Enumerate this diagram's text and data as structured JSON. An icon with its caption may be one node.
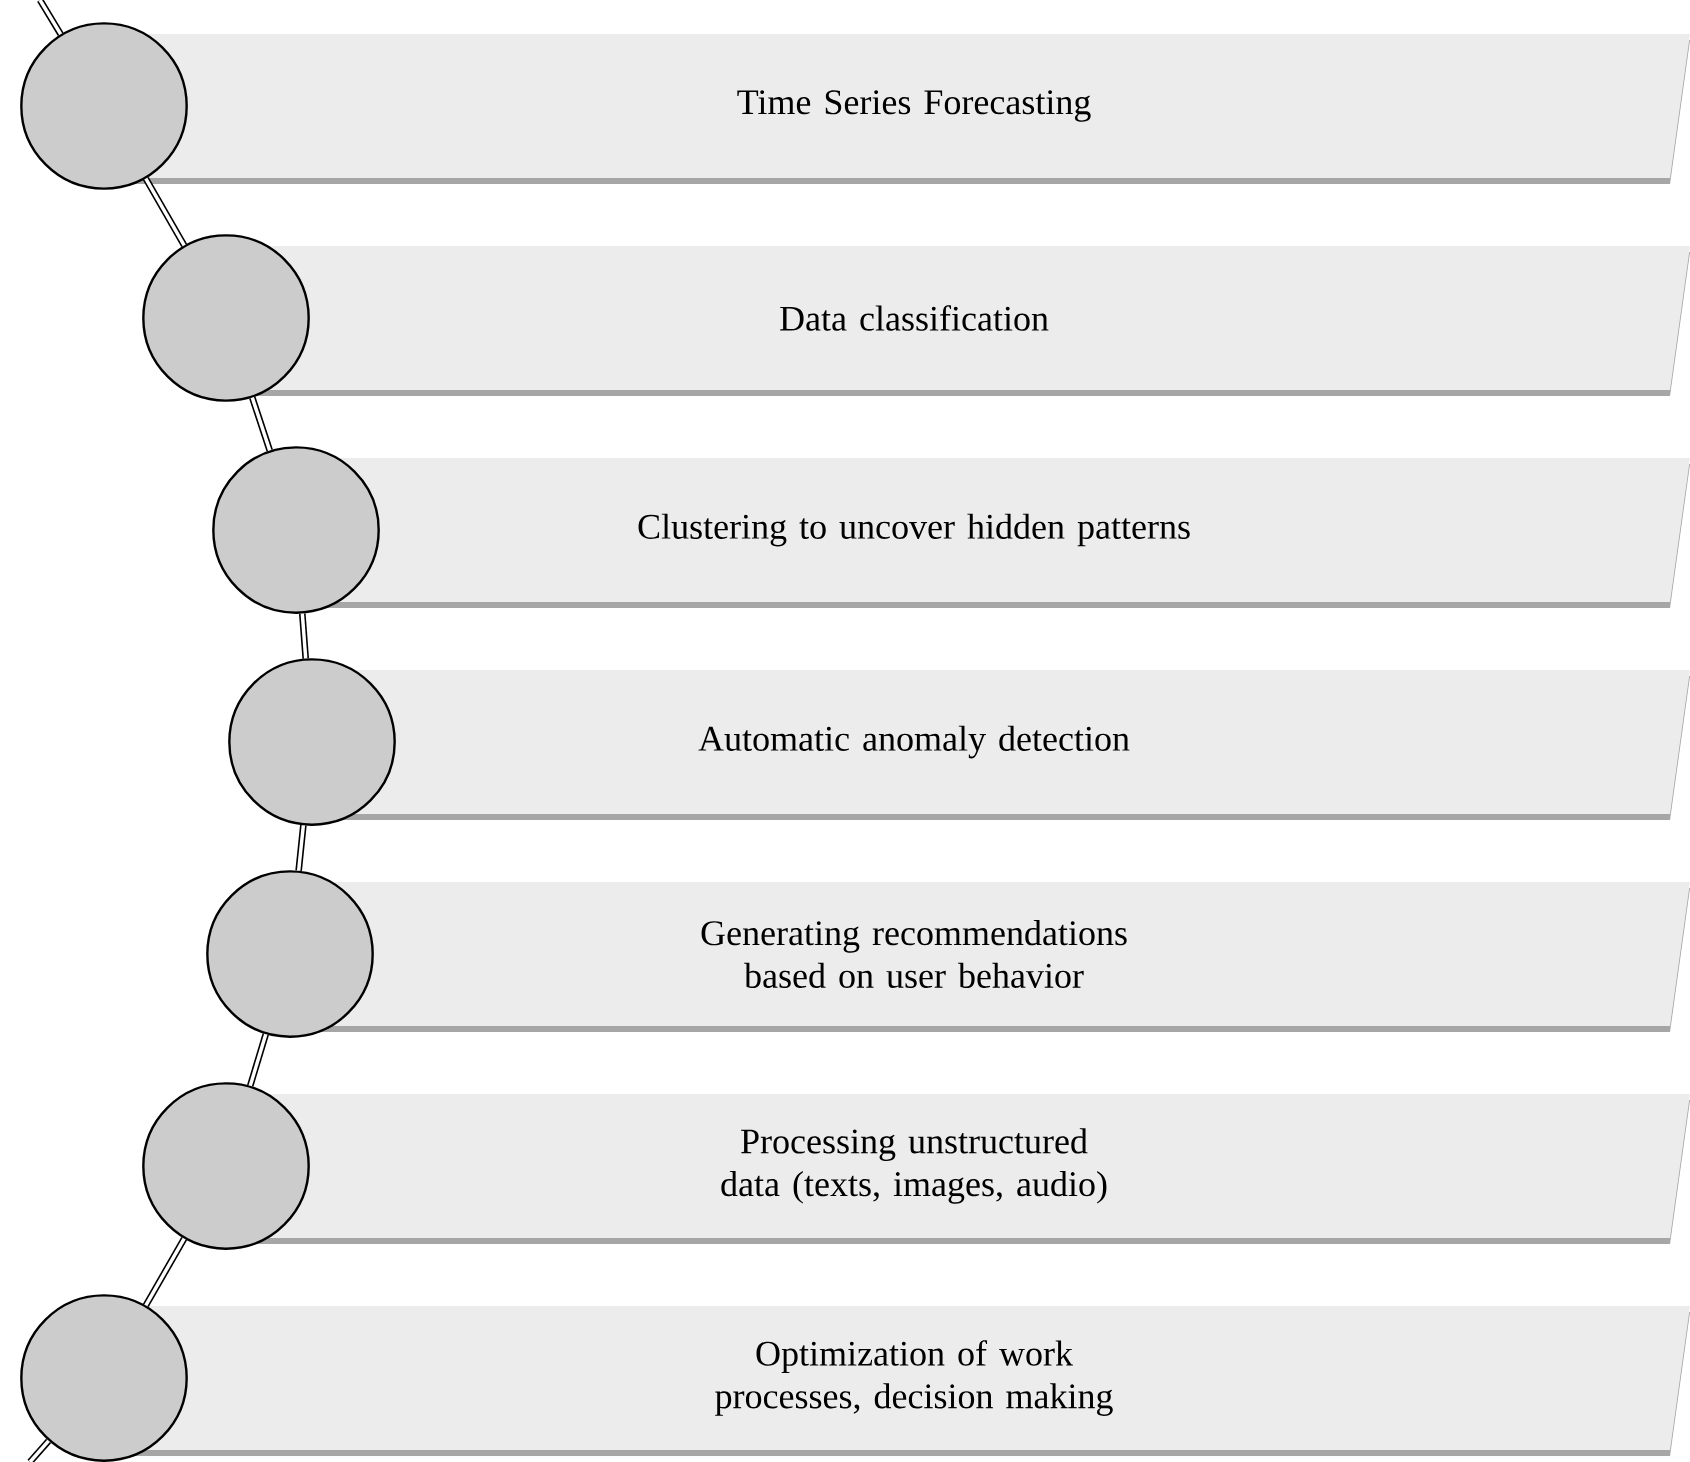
{
  "diagram": {
    "nodes": [
      {
        "text": [
          "Time Series Forecasting"
        ]
      },
      {
        "text": [],
        "shape": "circle"
      },
      {
        "text": [
          "Data classification"
        ]
      },
      {
        "text": [],
        "shape": "circle"
      },
      {
        "text": [
          "Clustering to uncover hidden patterns"
        ]
      },
      {
        "text": [],
        "shape": "circle"
      },
      {
        "text": [
          "Automatic anomaly detection"
        ]
      },
      {
        "text": [],
        "shape": "circle"
      },
      {
        "text": [
          "Generating recommendations based on user behavior"
        ]
      },
      {
        "text": [],
        "shape": "circle"
      },
      {
        "text": [
          "Processing unstructured data (texts, images, audio)"
        ]
      },
      {
        "text": [],
        "shape": "circle"
      },
      {
        "text": [
          "Optimization of work processes, decision making"
        ]
      },
      {
        "text": [],
        "shape": "circle"
      }
    ],
    "edges": [
      {
        "from": null,
        "to": 1,
        "arrow": "none"
      },
      {
        "from": 1,
        "to": 3,
        "arrow": "none"
      },
      {
        "from": 3,
        "to": 5,
        "arrow": "none"
      },
      {
        "from": 5,
        "to": 7,
        "arrow": "none"
      },
      {
        "from": 7,
        "to": 9,
        "arrow": "none"
      },
      {
        "from": 9,
        "to": 11,
        "arrow": "none"
      },
      {
        "from": 11,
        "to": 13,
        "arrow": "none"
      },
      {
        "from": 13,
        "to": null,
        "arrow": "none"
      }
    ]
  }
}
